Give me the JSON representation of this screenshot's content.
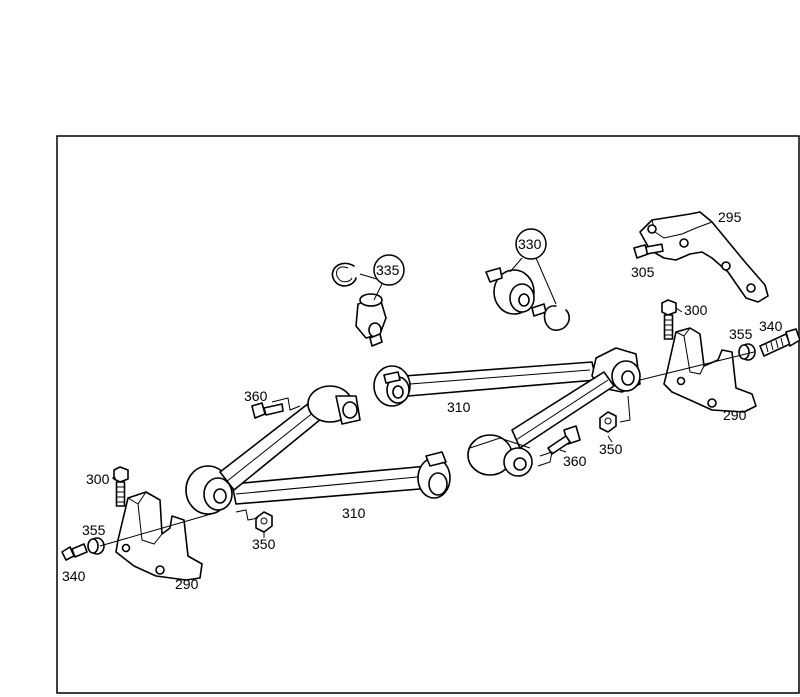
{
  "callouts": {
    "c295": "295",
    "c305": "305",
    "c300_right": "300",
    "c355_right": "355",
    "c340_right": "340",
    "c290_right": "290",
    "c330": "330",
    "c335": "335",
    "c310_upper": "310",
    "c350_right": "350",
    "c360_right": "360",
    "c360_left": "360",
    "c300_left": "300",
    "c355_left": "355",
    "c340_left": "340",
    "c290_left": "290",
    "c310_lower": "310",
    "c350_left": "350"
  }
}
